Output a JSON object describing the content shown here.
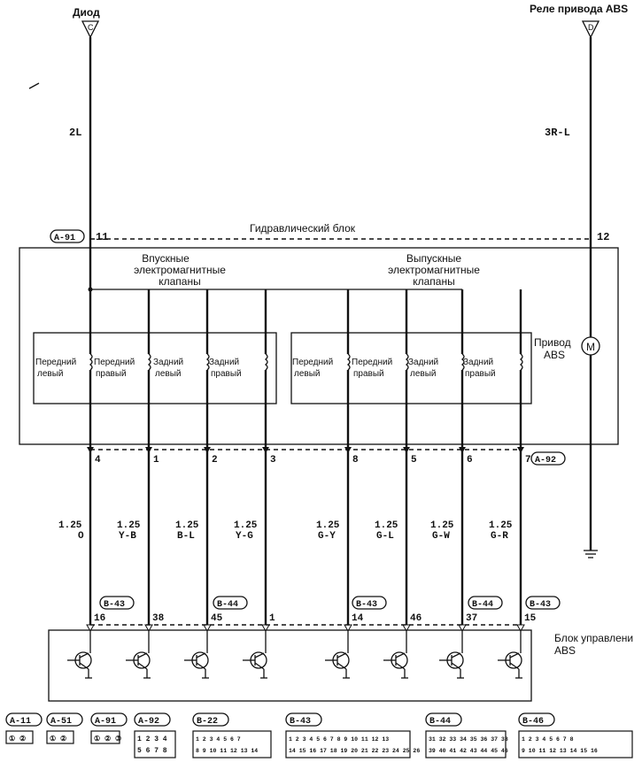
{
  "top": {
    "diode_label": "Диод",
    "diode_pin": "C",
    "relay_label": "Реле привода ABS",
    "relay_pin": "D",
    "wire_left": "2L",
    "wire_right": "3R-L"
  },
  "hydraulic": {
    "title": "Гидравлический блок",
    "connector": "A-91",
    "pin_left": "11",
    "pin_right": "12",
    "inlet_lines": [
      "Впускные",
      "электромагнитные",
      "клапаны"
    ],
    "outlet_lines": [
      "Выпускные",
      "электромагнитные",
      "клапаны"
    ],
    "motor_lines": [
      "Привод",
      "ABS"
    ],
    "motor_symbol": "M"
  },
  "valves": [
    {
      "l1": "Передний",
      "l2": "левый",
      "pin": "4",
      "gauge": "1.25",
      "color": "O",
      "ecu_pin": "16"
    },
    {
      "l1": "Передний",
      "l2": "правый",
      "pin": "1",
      "gauge": "1.25",
      "color": "Y-B",
      "ecu_pin": "38"
    },
    {
      "l1": "Задний",
      "l2": "левый",
      "pin": "2",
      "gauge": "1.25",
      "color": "B-L",
      "ecu_pin": "45"
    },
    {
      "l1": "Задний",
      "l2": "правый",
      "pin": "3",
      "gauge": "1.25",
      "color": "Y-G",
      "ecu_pin": "1"
    },
    {
      "l1": "Передний",
      "l2": "левый",
      "pin": "8",
      "gauge": "1.25",
      "color": "G-Y",
      "ecu_pin": "14"
    },
    {
      "l1": "Передний",
      "l2": "правый",
      "pin": "5",
      "gauge": "1.25",
      "color": "G-L",
      "ecu_pin": "46"
    },
    {
      "l1": "Задний",
      "l2": "левый",
      "pin": "6",
      "gauge": "1.25",
      "color": "G-W",
      "ecu_pin": "37"
    },
    {
      "l1": "Задний",
      "l2": "правый",
      "pin": "7",
      "gauge": "1.25",
      "color": "G-R",
      "ecu_pin": "15"
    }
  ],
  "bottom_connector_hyd": "A-92",
  "ecu_connectors": [
    "B-43",
    "B-44",
    "B-43",
    "B-44",
    "B-43"
  ],
  "ecu_lines": [
    "Блок управлени",
    "ABS"
  ],
  "legend": [
    {
      "name": "A-11",
      "pins": "① ②"
    },
    {
      "name": "A-51",
      "pins": "① ②"
    },
    {
      "name": "A-91",
      "pins": "① ② ③"
    },
    {
      "name": "A-92",
      "pins": "1 2 3 4 5 6 7 8"
    },
    {
      "name": "B-22",
      "pins": "1 2 3 4 5 6 7 8 9 10 11 12 13 14"
    },
    {
      "name": "B-43",
      "pins": "1 2 3 4 5 6 7 8 9 10 11 12 13 14 15 16 17 18 19 20 21 22 23 24 25 26"
    },
    {
      "name": "B-44",
      "pins": "31 32 33 34 35 36 37 38 39 40 41 42 43 44 45 46"
    },
    {
      "name": "B-46",
      "pins": "1 2 3 4 5 6 7 8 9 10 11 12 13 14 15 16"
    }
  ],
  "colors": {
    "ink": "#111111",
    "paper": "#ffffff"
  }
}
